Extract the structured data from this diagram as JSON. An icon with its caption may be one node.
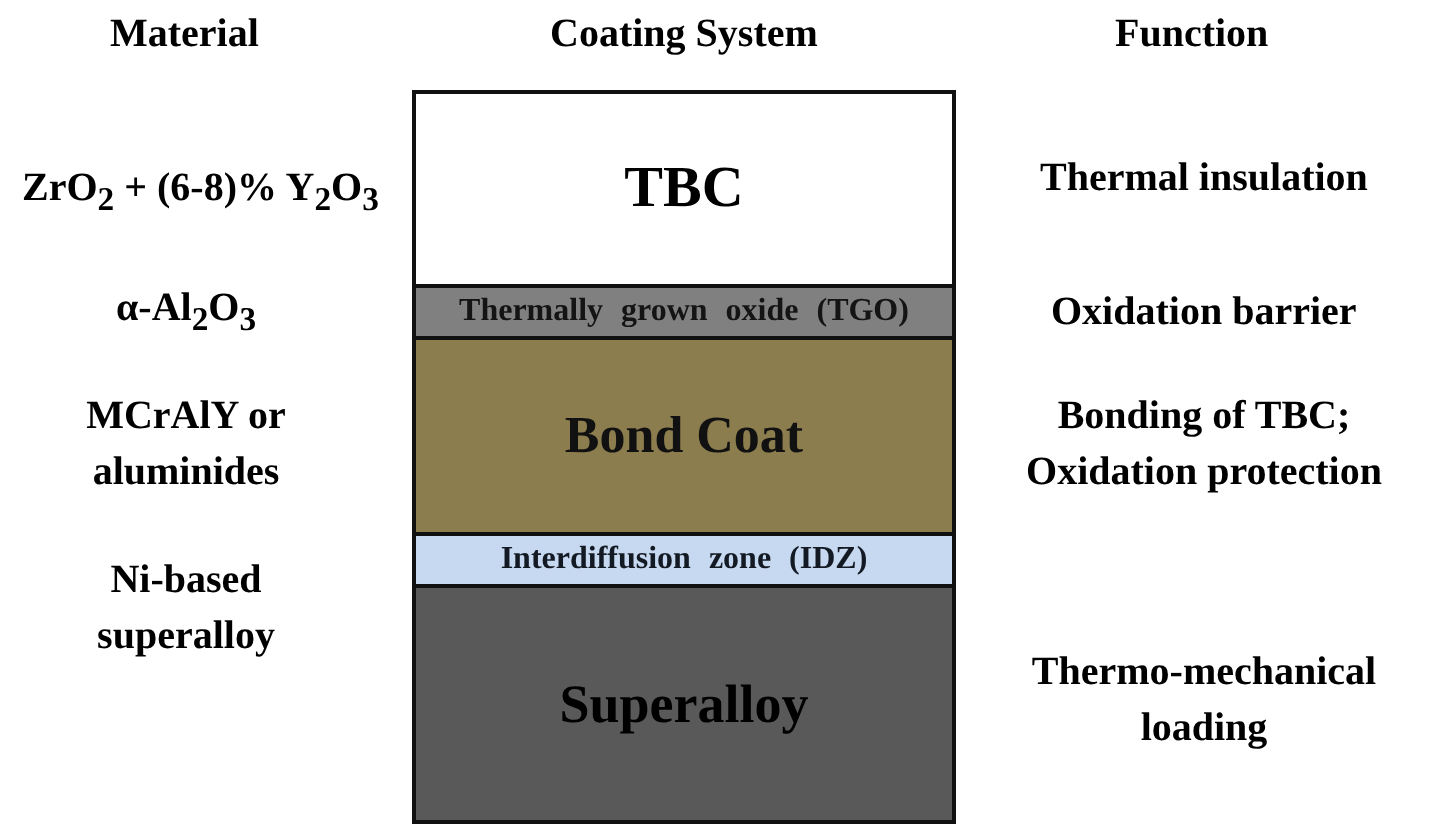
{
  "diagram": {
    "nodes": [
      {
        "text": [
          "TBC"
        ],
        "beside": [
          "ZrO$_{2}$ + (6-8)% Y$_{2}$O$_{3}$",
          "Thermal insulation"
        ]
      },
      {
        "text": [
          "Thermally grown oxide (TGO)"
        ],
        "beside": [
          "α-Al$_{2}$O$_{3}$",
          "Oxidation barrier"
        ]
      },
      {
        "text": [
          "Bond Coat"
        ],
        "beside": [
          "MCrAlY or aluminides",
          "Bonding of TBC; Oxidation protection"
        ]
      },
      {
        "text": [
          "Interdiffusion zone (IDZ)"
        ]
      },
      {
        "text": [
          "Superalloy"
        ],
        "beside": [
          "Ni-based superalloy",
          "Thermo-mechanical loading"
        ]
      }
    ],
    "labels": [
      "Material",
      "Coating System",
      "Function"
    ]
  }
}
